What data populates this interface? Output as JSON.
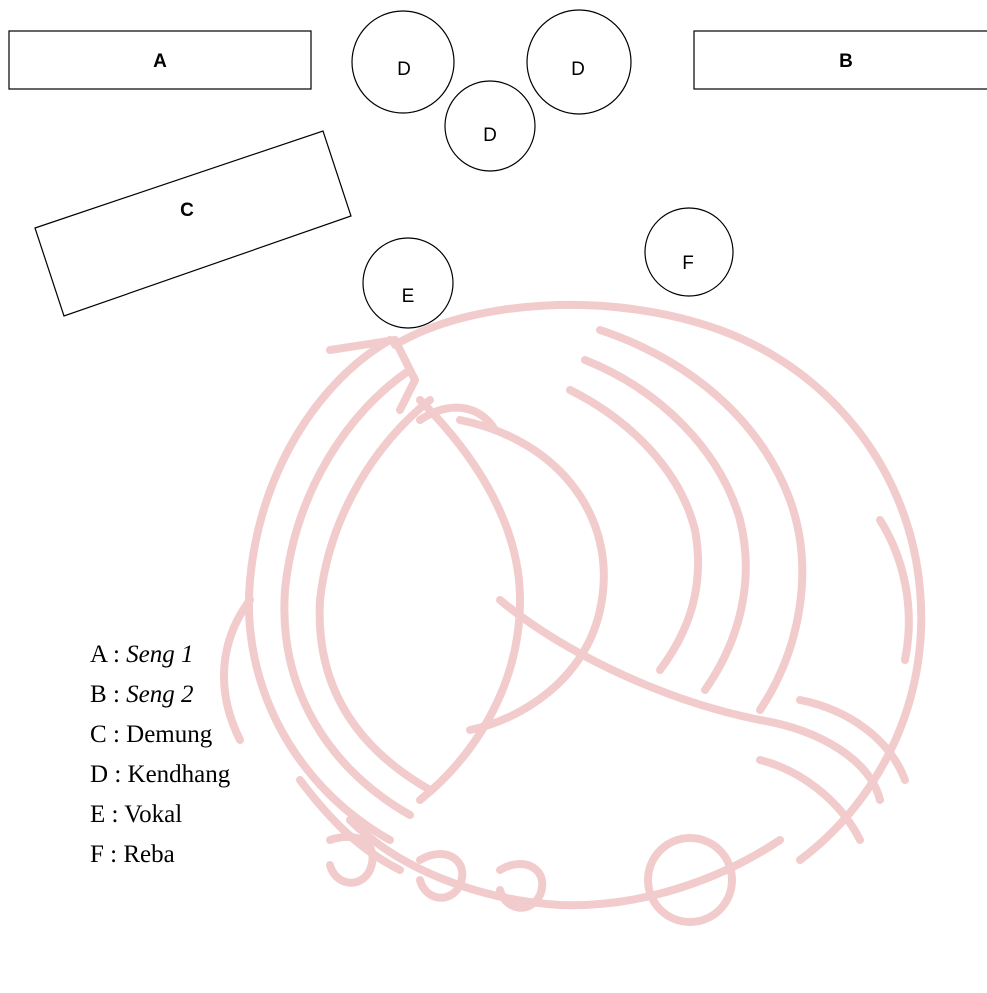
{
  "diagram": {
    "stations": {
      "A": "A",
      "B": "B",
      "C": "C",
      "D1": "D",
      "D2": "D",
      "D3": "D",
      "E": "E",
      "F": "F"
    }
  },
  "legend": [
    {
      "key": "A",
      "separator": " : ",
      "name": "Seng 1"
    },
    {
      "key": "B",
      "separator": " : ",
      "name": "Seng 2"
    },
    {
      "key": "C",
      "separator": " : ",
      "name": "Demung"
    },
    {
      "key": "D",
      "separator": " : ",
      "name": "Kendhang"
    },
    {
      "key": "E",
      "separator": " : ",
      "name": "Vokal"
    },
    {
      "key": "F",
      "separator": " : ",
      "name": "Reba"
    }
  ],
  "colors": {
    "watermark": "#f2cccc",
    "stroke": "#000000",
    "text": "#000000"
  },
  "watermark_icon": "phoenix-bird-emblem"
}
